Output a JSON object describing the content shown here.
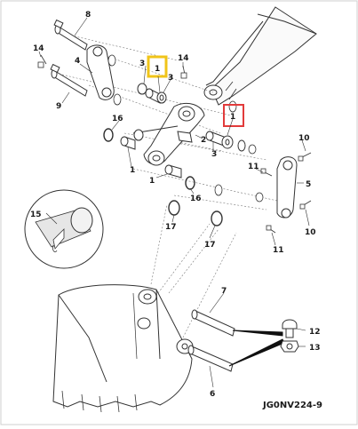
{
  "diagram": {
    "code": "JG0NV224-9",
    "colors": {
      "highlight_yellow": "#f0c419",
      "highlight_red": "#e23b3b",
      "line": "#333333",
      "callout_bg": "#e6e6e6"
    },
    "part_labels": {
      "p1_highlight_yellow": "1",
      "p1_highlight_red": "1",
      "p1_a": "1",
      "p1_b": "1",
      "p2": "2",
      "p3_a": "3",
      "p3_b": "3",
      "p3_c": "3",
      "p4": "4",
      "p5": "5",
      "p6": "6",
      "p7": "7",
      "p8": "8",
      "p9": "9",
      "p10_a": "10",
      "p10_b": "10",
      "p11_a": "11",
      "p11_b": "11",
      "p12": "12",
      "p13": "13",
      "p14_a": "14",
      "p14_b": "14",
      "p15": "15",
      "p16_a": "16",
      "p16_b": "16",
      "p17_a": "17",
      "p17_b": "17"
    }
  }
}
